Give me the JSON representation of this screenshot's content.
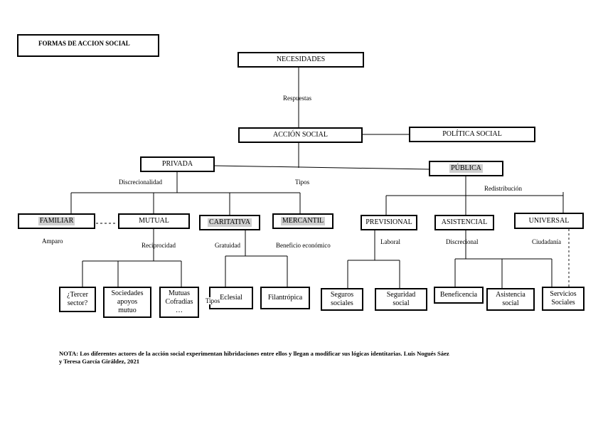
{
  "title": "FORMAS DE ACCION SOCIAL",
  "nodes": {
    "necesidades": "NECESIDADES",
    "accion_social": "ACCIÓN SOCIAL",
    "politica_social": "POLÍTICA SOCIAL",
    "privada": "PRIVADA",
    "publica": "PÚBLICA",
    "familiar": "FAMILIAR",
    "mutual": "MUTUAL",
    "caritativa": "CARITATIVA",
    "mercantil": "MERCANTIL",
    "previsional": "PREVISIONAL",
    "asistencial": "ASISTENCIAL",
    "universal": "UNIVERSAL",
    "tercer_sector": "¿Tercer\nsector?",
    "sociedades": "Sociedades\napoyos\nmutuo",
    "mutuas": "Mutuas\nCofradías\n…",
    "eclesial": "Eclesial",
    "filantropica": "Filantrópica",
    "seguros": "Seguros\nsociales",
    "seguridad": "Seguridad\nsocial",
    "beneficencia": "Beneficencia",
    "asistencia": "Asistencia\nsocial",
    "servicios": "Servicios\nSociales"
  },
  "labels": {
    "respuestas": "Respuestas",
    "discrecionalidad": "Discrecionalidad",
    "tipos_top": "Tipos",
    "redistribucion": "Redistribución",
    "amparo": "Amparo",
    "reciprocidad": "Reciprocidad",
    "gratuidad": "Gratuidad",
    "beneficio": "Beneficio económico",
    "laboral": "Laboral",
    "discrecional": "Discrecional",
    "ciudadania": "Ciudadanía",
    "tipos_bottom": "Tipos"
  },
  "note": "NOTA: Los diferentes actores de la acción social  experimentan hibridaciones entre ellos y llegan a modificar sus lógicas identitarias. Luis Nogués Sáez\ny Teresa García Giráldez, 2021"
}
